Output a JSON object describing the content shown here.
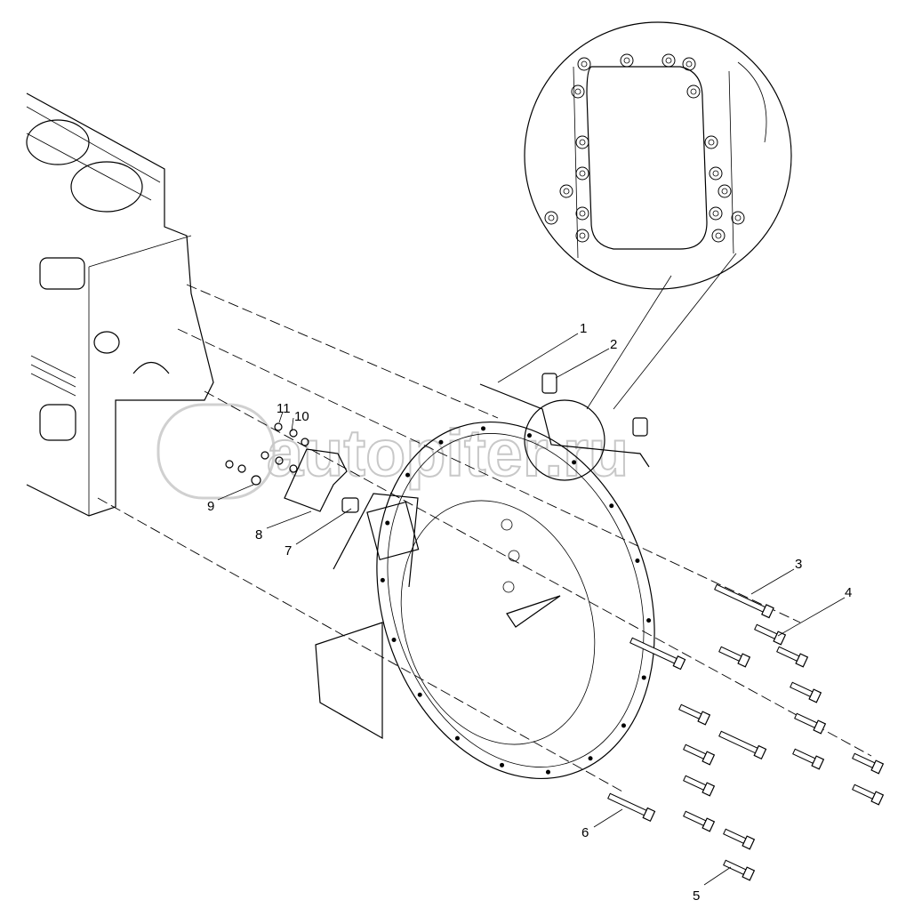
{
  "diagram": {
    "watermark": "autopiter.ru",
    "callouts": [
      {
        "id": "1",
        "label": "1"
      },
      {
        "id": "2",
        "label": "2"
      },
      {
        "id": "3",
        "label": "3"
      },
      {
        "id": "4",
        "label": "4"
      },
      {
        "id": "5",
        "label": "5"
      },
      {
        "id": "6",
        "label": "6"
      },
      {
        "id": "7",
        "label": "7"
      },
      {
        "id": "8",
        "label": "8"
      },
      {
        "id": "9",
        "label": "9"
      },
      {
        "id": "10",
        "label": "10"
      },
      {
        "id": "11",
        "label": "11"
      }
    ]
  }
}
